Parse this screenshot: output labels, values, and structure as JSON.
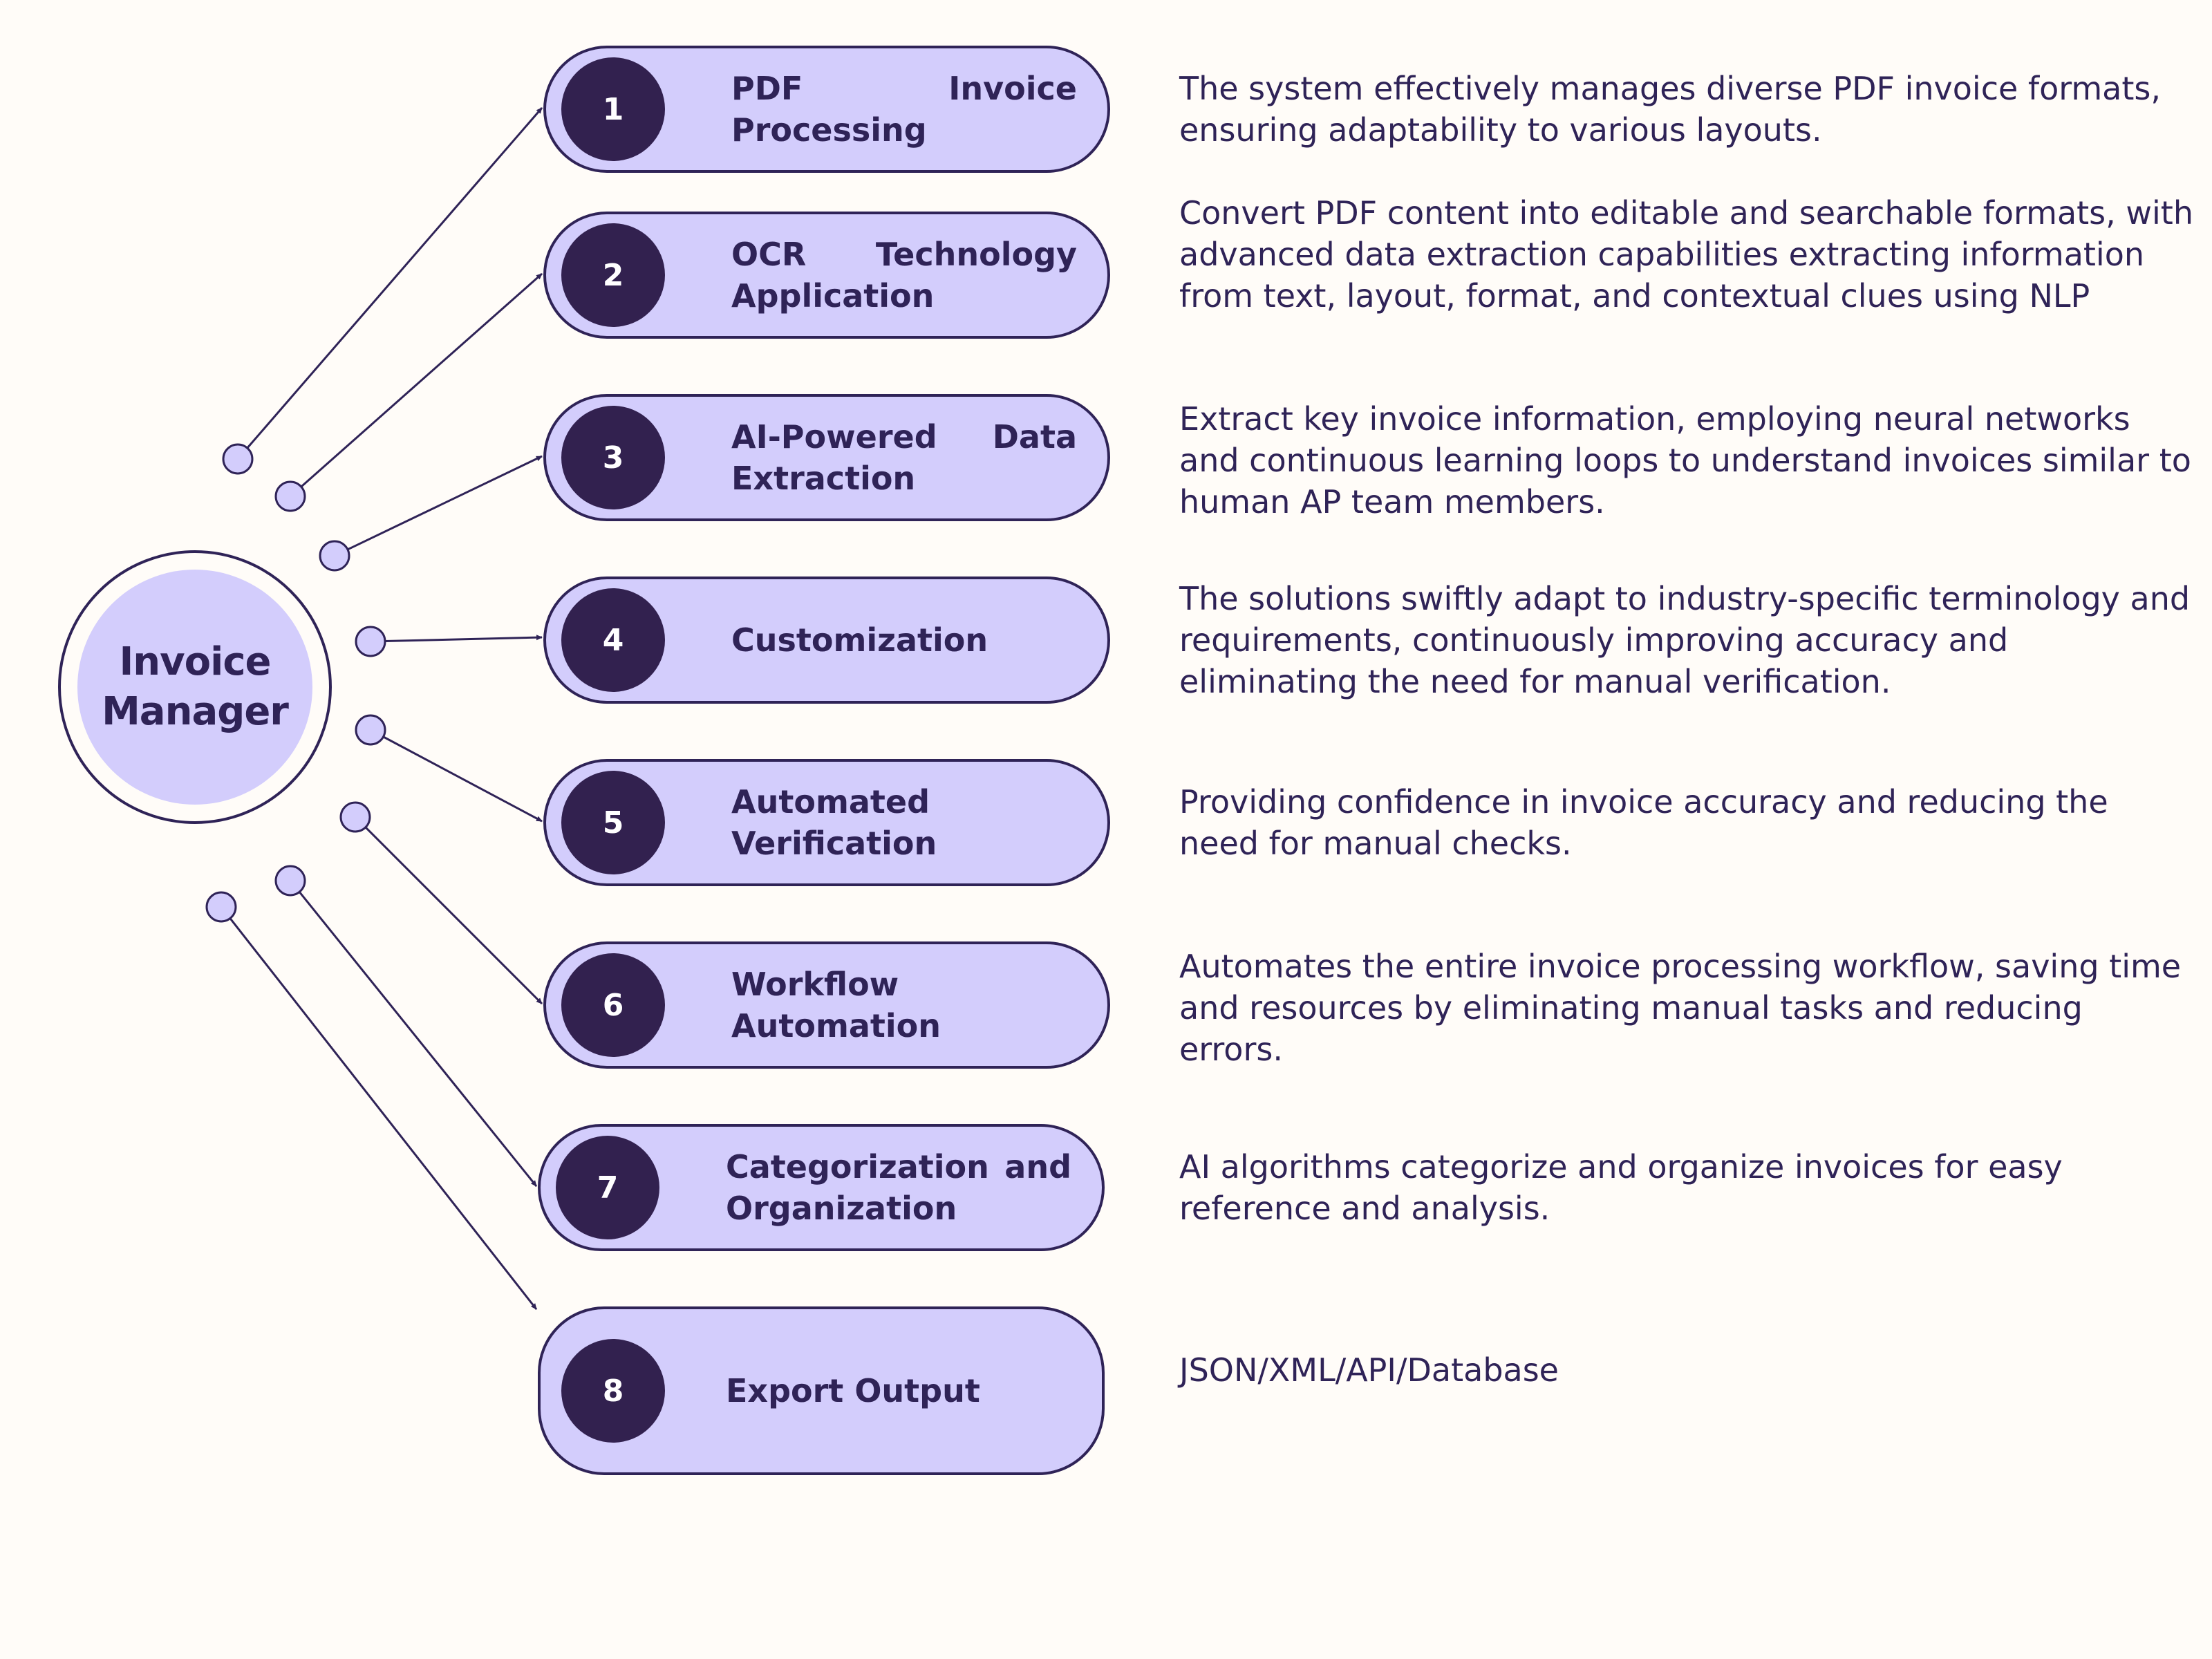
{
  "hub": {
    "line1": "Invoice",
    "line2": "Manager"
  },
  "steps": [
    {
      "number": "1",
      "title": "PDF Invoice Processing",
      "description": "The system effectively manages diverse PDF invoice formats, ensuring adaptability to various layouts."
    },
    {
      "number": "2",
      "title": "OCR Technology Application",
      "description": "Convert PDF content into editable and searchable formats, with advanced data extraction capabilities extracting information from text, layout, format, and contextual clues using NLP"
    },
    {
      "number": "3",
      "title": "AI-Powered Data Extraction",
      "description": "Extract key invoice information, employing neural networks and continuous learning loops to understand invoices similar to human AP team members."
    },
    {
      "number": "4",
      "title": "Customization",
      "description": "The solutions swiftly adapt to industry-specific terminology and requirements, continuously improving accuracy and eliminating the need for manual verification."
    },
    {
      "number": "5",
      "title": "Automated Verification",
      "description": "Providing confidence in invoice accuracy and reducing the need for manual checks."
    },
    {
      "number": "6",
      "title": "Workflow Automation",
      "description": "Automates the entire invoice processing workflow, saving time and resources by eliminating manual tasks and reducing errors."
    },
    {
      "number": "7",
      "title": "Categorization and Organization",
      "description": "AI algorithms categorize and organize invoices for easy reference and analysis."
    },
    {
      "number": "8",
      "title": "Export Output",
      "description": "JSON/XML/API/Database"
    }
  ],
  "colors": {
    "background": "#fffcf8",
    "accent_light": "#d3cdfc",
    "accent_dark": "#32214f",
    "text": "#2f2357"
  }
}
